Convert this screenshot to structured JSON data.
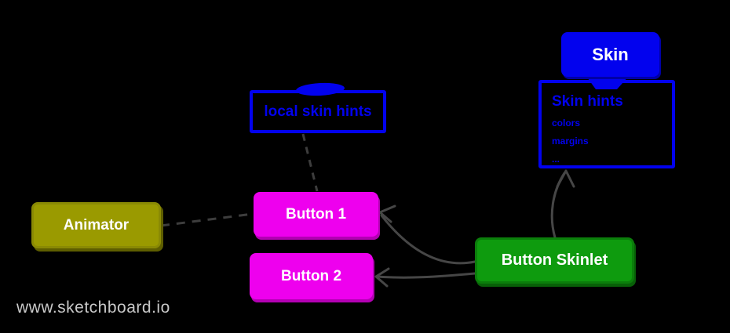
{
  "canvas": {
    "background": "#000000",
    "watermark": "www.sketchboard.io"
  },
  "colors": {
    "blue": "#0202EE",
    "magenta": "#EE00EE",
    "green": "#0E9B0E",
    "olive": "#9A9A00",
    "connector_gray": "#434343",
    "watermark_gray": "#C9C9C9",
    "label_white": "#FFFFFF"
  },
  "nodes": {
    "skin": {
      "label": "Skin"
    },
    "skin_hints": {
      "title": "Skin hints",
      "items": [
        "colors",
        "margins",
        "..."
      ]
    },
    "local_skin_hints": {
      "label": "local skin hints"
    },
    "animator": {
      "label": "Animator"
    },
    "button1": {
      "label": "Button 1"
    },
    "button2": {
      "label": "Button 2"
    },
    "button_skinlet": {
      "label": "Button Skinlet"
    }
  },
  "edges": [
    {
      "from": "animator",
      "to": "button1",
      "style": "dashed",
      "arrow": "none"
    },
    {
      "from": "local_skin_hints",
      "to": "button1",
      "style": "dashed",
      "arrow": "none"
    },
    {
      "from": "button_skinlet",
      "to": "button1",
      "style": "solid-curve",
      "arrow": "open-at-button1"
    },
    {
      "from": "button_skinlet",
      "to": "button2",
      "style": "solid",
      "arrow": "open-at-button2"
    },
    {
      "from": "button_skinlet",
      "to": "skin_hints",
      "style": "solid-curve",
      "arrow": "open-at-skin-hints"
    },
    {
      "from": "skin",
      "to": "skin_hints",
      "style": "attached-note",
      "arrow": "none"
    }
  ]
}
